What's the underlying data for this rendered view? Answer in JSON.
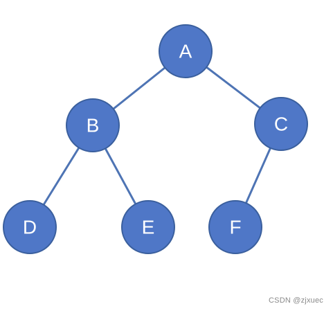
{
  "diagram": {
    "nodes": [
      {
        "id": "A",
        "label": "A"
      },
      {
        "id": "B",
        "label": "B"
      },
      {
        "id": "C",
        "label": "C"
      },
      {
        "id": "D",
        "label": "D"
      },
      {
        "id": "E",
        "label": "E"
      },
      {
        "id": "F",
        "label": "F"
      }
    ],
    "edges": [
      {
        "from": "A",
        "to": "B"
      },
      {
        "from": "A",
        "to": "C"
      },
      {
        "from": "B",
        "to": "D"
      },
      {
        "from": "B",
        "to": "E"
      },
      {
        "from": "C",
        "to": "F"
      }
    ],
    "colors": {
      "node_fill": "#4f77c7",
      "node_stroke": "#3a5f9d",
      "edge": "#4e74b4",
      "label": "#ffffff"
    }
  },
  "watermark": {
    "text": "CSDN @zjxuec"
  }
}
